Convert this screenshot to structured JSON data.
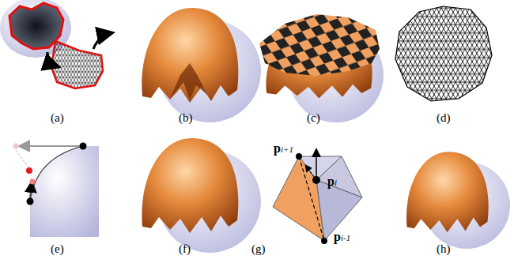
{
  "diagram": {
    "labels": [
      "(a)",
      "(b)",
      "(c)",
      "(d)",
      "(e)",
      "(f)",
      "(g)",
      "(h)",
      "pi+1",
      "pi",
      "pi-1"
    ]
  }
}
